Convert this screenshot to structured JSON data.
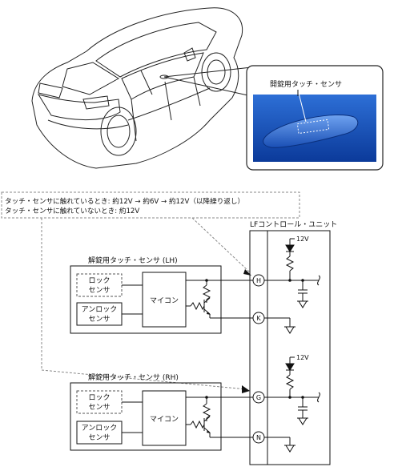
{
  "car_callout": {
    "sensor_label": "開錠用タッチ・センサ"
  },
  "signal_note": {
    "line1": "タッチ・センサに触れているとき: 約12V → 約6V → 約12V（以降繰り返し）",
    "line2": "タッチ・センサに触れていないとき: 約12V"
  },
  "control_unit": {
    "title": "LFコントロール・ユニット"
  },
  "sensor_lh": {
    "title": "解錠用タッチ・センサ (LH)",
    "lock_sensor": [
      "ロック",
      "センサ"
    ],
    "unlock_sensor": [
      "アンロック",
      "センサ"
    ],
    "mcu": "マイコン"
  },
  "sensor_rh": {
    "title": "解錠用タッチ・センサ (RH)",
    "lock_sensor": [
      "ロック",
      "センサ"
    ],
    "unlock_sensor": [
      "アンロック",
      "センサ"
    ],
    "mcu": "マイコン"
  },
  "terminals": {
    "h": "H",
    "k": "K",
    "g": "G",
    "n": "N"
  },
  "supply": {
    "upper": "12V",
    "lower": "12V"
  }
}
